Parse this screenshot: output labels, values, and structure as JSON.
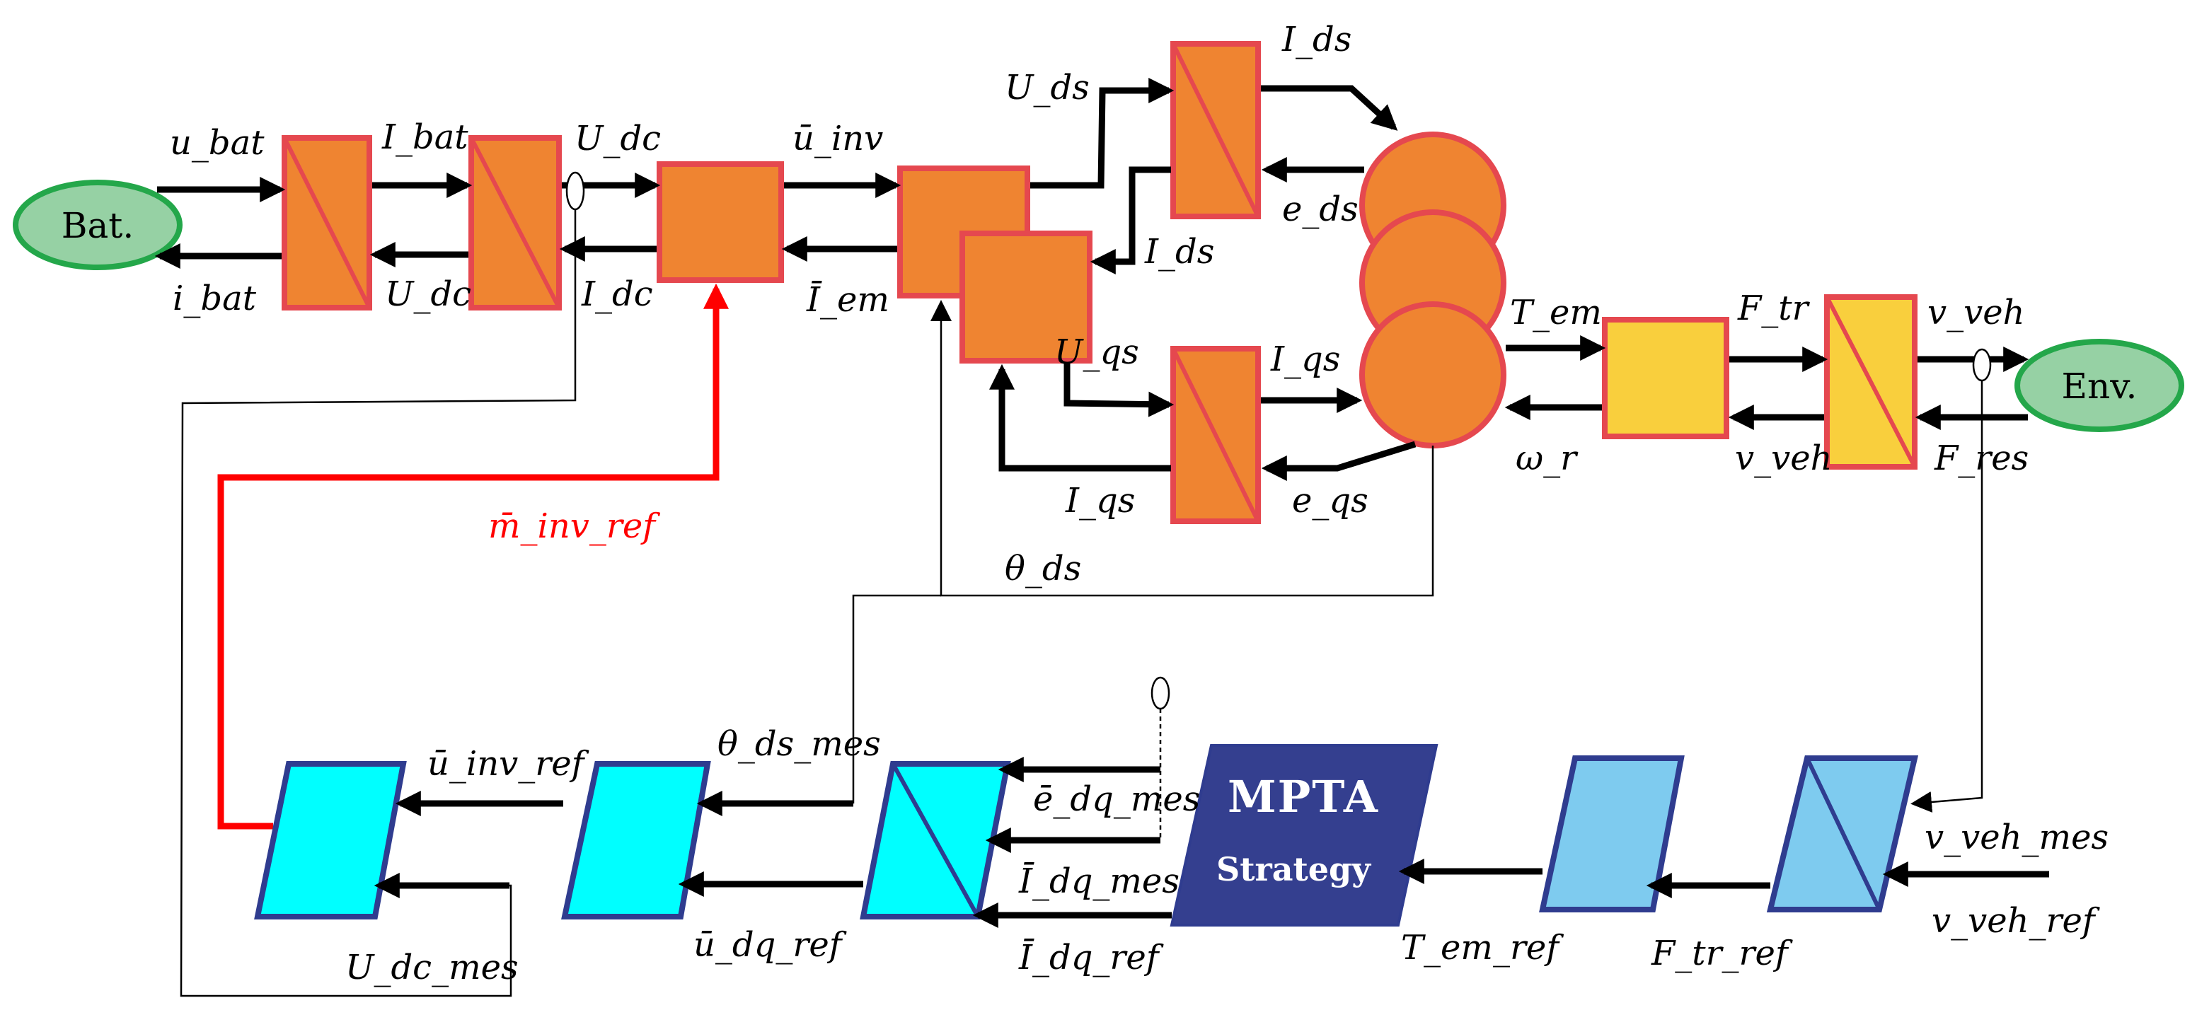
{
  "terminals": {
    "bat": "Bat.",
    "env": "Env."
  },
  "strategy": {
    "line1": "MPTA",
    "line2": "Strategy"
  },
  "labels": {
    "u_bat": "u_bat",
    "i_bat": "i_bat",
    "I_bat": "I_bat",
    "U_dc_1": "U_dc",
    "U_dc_2": "U_dc",
    "I_dc": "I_dc",
    "u_inv": "ū_inv",
    "I_em": "Ī_em",
    "U_ds": "U_ds",
    "I_ds_1": "I_ds",
    "e_ds": "e_ds",
    "I_ds_2": "I_ds",
    "U_qs": "U_qs",
    "I_qs_1": "I_qs",
    "I_qs_2": "I_qs",
    "e_qs": "e_qs",
    "T_em": "T_em",
    "omega_r": "ω_r",
    "F_tr": "F_tr",
    "v_veh_1": "v_veh",
    "v_veh_2": "v_veh",
    "F_res": "F_res",
    "theta_ds": "θ_ds",
    "m_inv_ref": "m̄_inv_ref",
    "u_inv_ref": "ū_inv_ref",
    "theta_ds_mes": "θ_ds_mes",
    "U_dc_mes": "U_dc_mes",
    "u_dq_ref": "ū_dq_ref",
    "e_dq_mes": "ē_dq_mes",
    "I_dq_mes": "Ī_dq_mes",
    "I_dq_ref": "Ī_dq_ref",
    "T_em_ref": "T_em_ref",
    "F_tr_ref": "F_tr_ref",
    "v_veh_mes": "v_veh_mes",
    "v_veh_ref": "v_veh_ref"
  },
  "colors": {
    "orange_block": "#ef8431",
    "block_border_red": "#e5484f",
    "yellow_block": "#f9cf3d",
    "cyan_block": "#00ffff",
    "light_blue_block": "#7ecbef",
    "blue_border": "#2f3c8f",
    "strategy_fill": "#343f8f",
    "terminal_fill": "#96d1a4",
    "terminal_border": "#24a74a",
    "control_signal": "#ff0000"
  }
}
